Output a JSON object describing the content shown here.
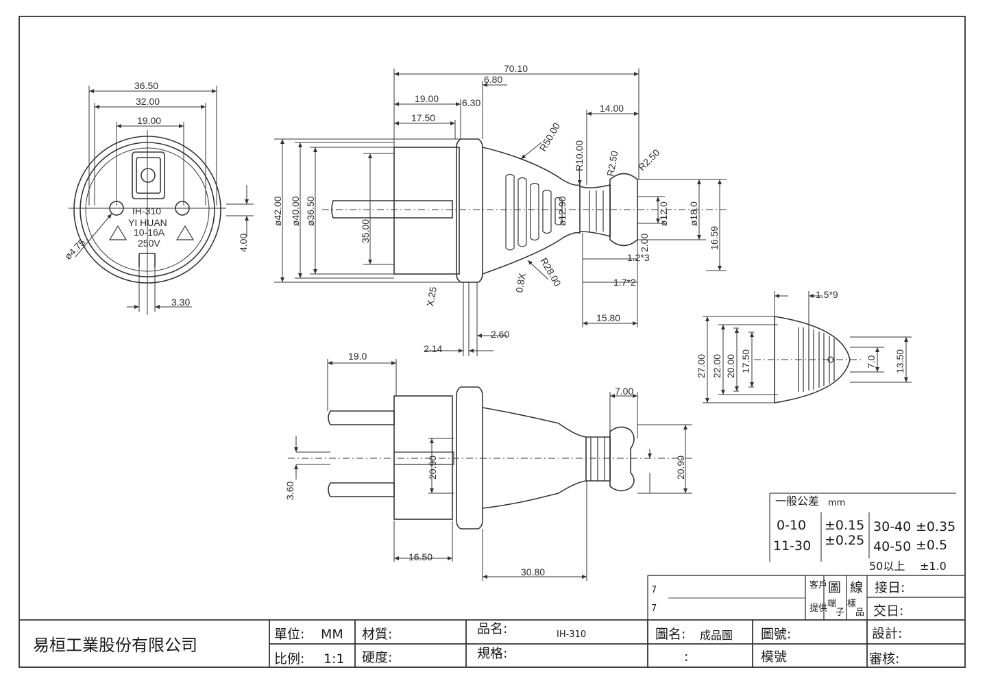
{
  "front_view": {
    "model_text": "IH-310",
    "brand_text": "YI HUAN",
    "current_text": "10-16A",
    "voltage_text": "250V",
    "dims": {
      "d3650": "36.50",
      "d3200": "32.00",
      "d1900": "19.00",
      "d400": "4.00",
      "d330": "3.30",
      "d475": "ø4.75"
    }
  },
  "side_view": {
    "dims": {
      "d7010": "70.10",
      "d680": "6.80",
      "d1900": "19.00",
      "d630": "6.30",
      "d1750": "17.50",
      "d1400": "14.00",
      "r5000": "R50.00",
      "r1000": "R10.00",
      "r250a": "R2.50",
      "r250b": "R2.50",
      "o4200": "ø42.00",
      "o4000": "ø40.00",
      "o3650": "ø36.50",
      "d3500": "35.00",
      "o1290": "ø12.90",
      "o1200": "ø12.0",
      "o1800": "ø18.0",
      "d1659": "16.59",
      "d200": "2.00",
      "d12x3": "1.2*3",
      "d17x2": "1.7*2",
      "d1580": "15.80",
      "x25": "X.25",
      "x08": "0.8X",
      "r2800": "R28.00",
      "d214": "2.14",
      "d260": "2.60"
    }
  },
  "top_view": {
    "dims": {
      "d190": "19.0",
      "d2090a": "20.90",
      "d360": "3.60",
      "d700": "7.00",
      "d2090b": "20.90",
      "d1650": "16.50",
      "d3080": "30.80"
    }
  },
  "end_view": {
    "dims": {
      "d15x9": "1.5*9",
      "d2700": "27.00",
      "d2200": "22.00",
      "d2000": "20.00",
      "d1750": "17.50",
      "d70": "7.0",
      "d1350": "13.50"
    }
  },
  "tolerance": {
    "title": "一般公差",
    "unit": "mm",
    "r1a": "0-10",
    "r1b": "±0.15",
    "r1c": "30-40",
    "r1d": "±0.35",
    "r2a": "11-30",
    "r2b": "±0.25",
    "r2c": "40-50",
    "r2d": "±0.5",
    "r3a": "50以上",
    "r3b": "±1.0"
  },
  "approval_box": {
    "row1": "7",
    "row2": "7",
    "cust1": "客戶",
    "cust2": "提供",
    "pic": "圖",
    "term1": "端",
    "term2": "子",
    "line": "線",
    "sample1": "樣",
    "sample2": "品",
    "receive": "接日:",
    "deliver": "交日:"
  },
  "title_block": {
    "company": "易桓工業股份有限公司",
    "unit_label": "單位:",
    "unit_value": "MM",
    "scale_label": "比例:",
    "scale_value": "1:1",
    "material_label": "材質:",
    "hardness_label": "硬度:",
    "product_label": "品名:",
    "product_value": "IH-310",
    "spec_label": "規格:",
    "drawing_name_label": "圖名:",
    "drawing_name_value": "成品圖",
    "drawing_no_label": "圖號:",
    "mold_label": "模號",
    "design_label": "設計:",
    "review_label": "審核:",
    "colon": ":"
  }
}
